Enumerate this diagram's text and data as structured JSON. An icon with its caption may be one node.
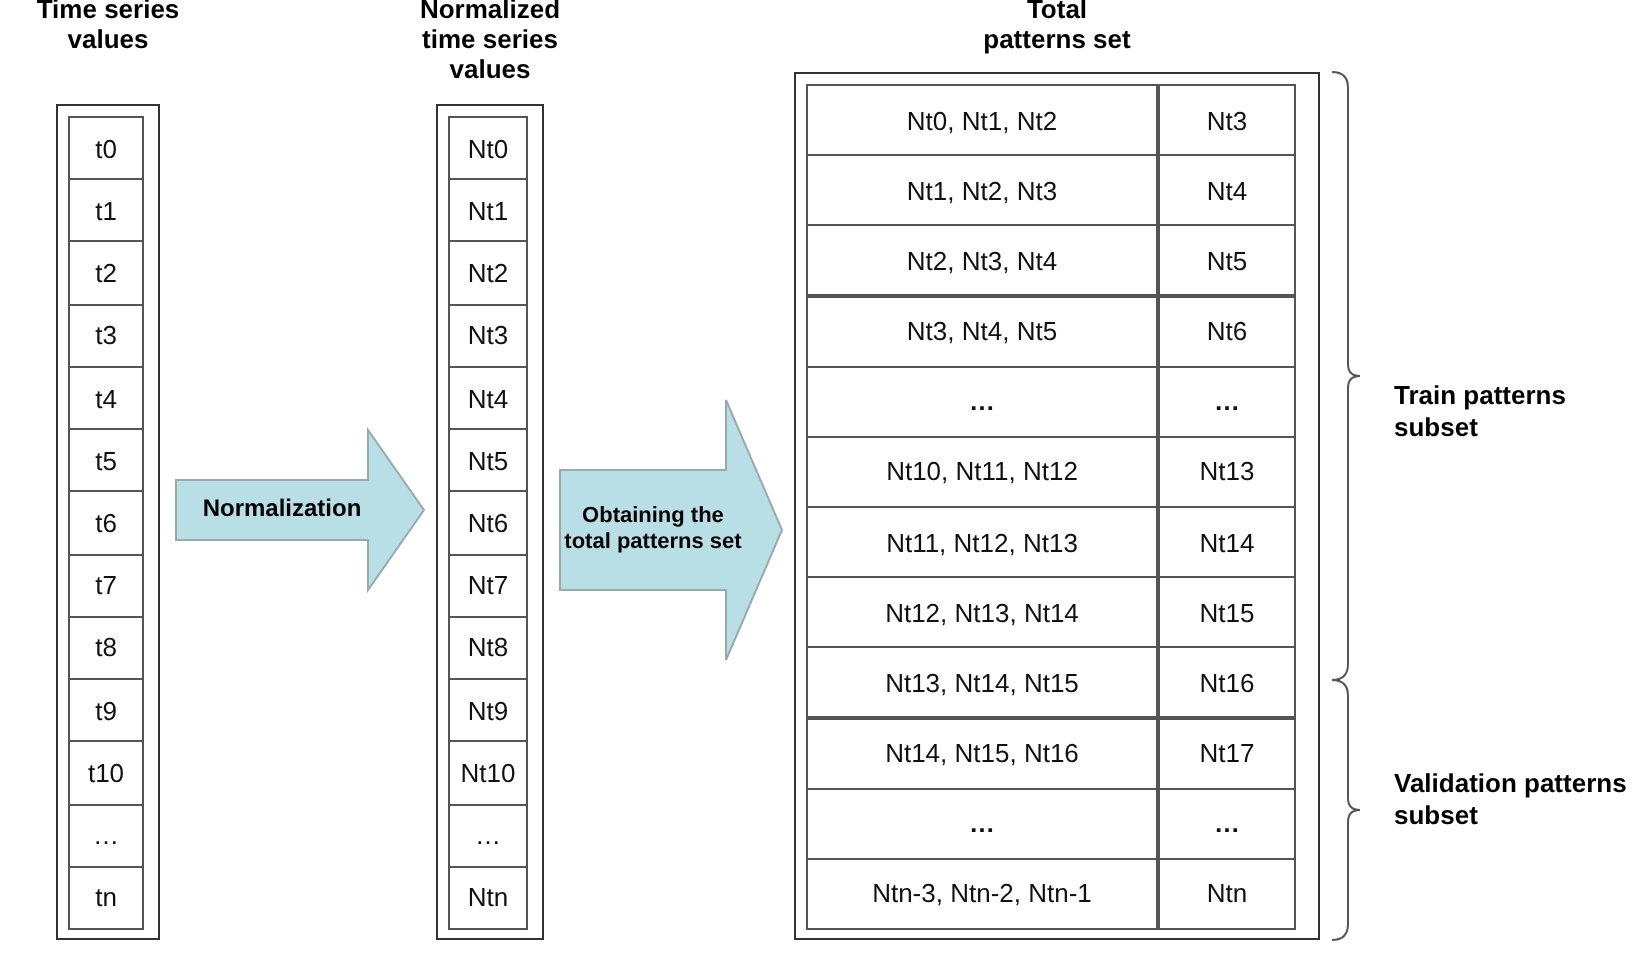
{
  "diagram": {
    "nodes": [
      {
        "text": [
          "Time series values"
        ]
      },
      {
        "text": [
          "t0"
        ],
        "in": 0
      },
      {
        "text": [
          "t1"
        ],
        "in": 0
      },
      {
        "text": [
          "t2"
        ],
        "in": 0
      },
      {
        "text": [
          "t3"
        ],
        "in": 0
      },
      {
        "text": [
          "t4"
        ],
        "in": 0
      },
      {
        "text": [
          "t5"
        ],
        "in": 0
      },
      {
        "text": [
          "t6"
        ],
        "in": 0
      },
      {
        "text": [
          "t7"
        ],
        "in": 0
      },
      {
        "text": [
          "t8"
        ],
        "in": 0
      },
      {
        "text": [
          "t9"
        ],
        "in": 0
      },
      {
        "text": [
          "t10"
        ],
        "in": 0
      },
      {
        "text": [
          "…"
        ],
        "in": 0
      },
      {
        "text": [
          "tn"
        ],
        "in": 0
      },
      {
        "text": [
          "Normalized time series values"
        ]
      },
      {
        "text": [
          "Nt0"
        ],
        "in": 14
      },
      {
        "text": [
          "Nt1"
        ],
        "in": 14
      },
      {
        "text": [
          "Nt2"
        ],
        "in": 14
      },
      {
        "text": [
          "Nt3"
        ],
        "in": 14
      },
      {
        "text": [
          "Nt4"
        ],
        "in": 14
      },
      {
        "text": [
          "Nt5"
        ],
        "in": 14
      },
      {
        "text": [
          "Nt6"
        ],
        "in": 14
      },
      {
        "text": [
          "Nt7"
        ],
        "in": 14
      },
      {
        "text": [
          "Nt8"
        ],
        "in": 14
      },
      {
        "text": [
          "Nt9"
        ],
        "in": 14
      },
      {
        "text": [
          "Nt10"
        ],
        "in": 14
      },
      {
        "text": [
          "…"
        ],
        "in": 14
      },
      {
        "text": [
          "Ntn"
        ],
        "in": 14
      },
      {
        "text": [
          "Total patterns set"
        ]
      },
      {
        "text": [
          "Nt0, Nt1, Nt2"
        ],
        "in": 28
      },
      {
        "text": [
          "Nt3"
        ],
        "in": 28
      },
      {
        "text": [
          "Nt1, Nt2, Nt3"
        ],
        "in": 28
      },
      {
        "text": [
          "Nt4"
        ],
        "in": 28
      },
      {
        "text": [
          "Nt2, Nt3, Nt4"
        ],
        "in": 28
      },
      {
        "text": [
          "Nt5"
        ],
        "in": 28
      },
      {
        "text": [
          "Nt3, Nt4, Nt5"
        ],
        "in": 28
      },
      {
        "text": [
          "Nt6"
        ],
        "in": 28
      },
      {
        "text": [
          "…"
        ],
        "in": 28
      },
      {
        "text": [
          "…"
        ],
        "in": 28
      },
      {
        "text": [
          "Nt10, Nt11, Nt12"
        ],
        "in": 28
      },
      {
        "text": [
          "Nt13"
        ],
        "in": 28
      },
      {
        "text": [
          "Nt11, Nt12, Nt13"
        ],
        "in": 28
      },
      {
        "text": [
          "Nt14"
        ],
        "in": 28
      },
      {
        "text": [
          "Nt12, Nt13, Nt14"
        ],
        "in": 28
      },
      {
        "text": [
          "Nt15"
        ],
        "in": 28
      },
      {
        "text": [
          "Nt13, Nt14, Nt15"
        ],
        "in": 28
      },
      {
        "text": [
          "Nt16"
        ],
        "in": 28
      },
      {
        "text": [
          "Nt14, Nt15, Nt16"
        ],
        "in": 28
      },
      {
        "text": [
          "Nt17"
        ],
        "in": 28
      },
      {
        "text": [
          "…"
        ],
        "in": 28
      },
      {
        "text": [
          "…"
        ],
        "in": 28
      },
      {
        "text": [
          "Ntn-3, Ntn-2, Ntn-1"
        ],
        "in": 28
      },
      {
        "text": [
          "Ntn"
        ],
        "in": 28
      }
    ],
    "edges": [
      {
        "from": 0,
        "to": 14,
        "arrow": "to",
        "label": "Normalization"
      },
      {
        "from": 14,
        "to": 28,
        "arrow": "to",
        "label": "Obtaining the total patterns set"
      }
    ],
    "labels": [
      "Train patterns subset",
      "Validation patterns subset"
    ]
  }
}
